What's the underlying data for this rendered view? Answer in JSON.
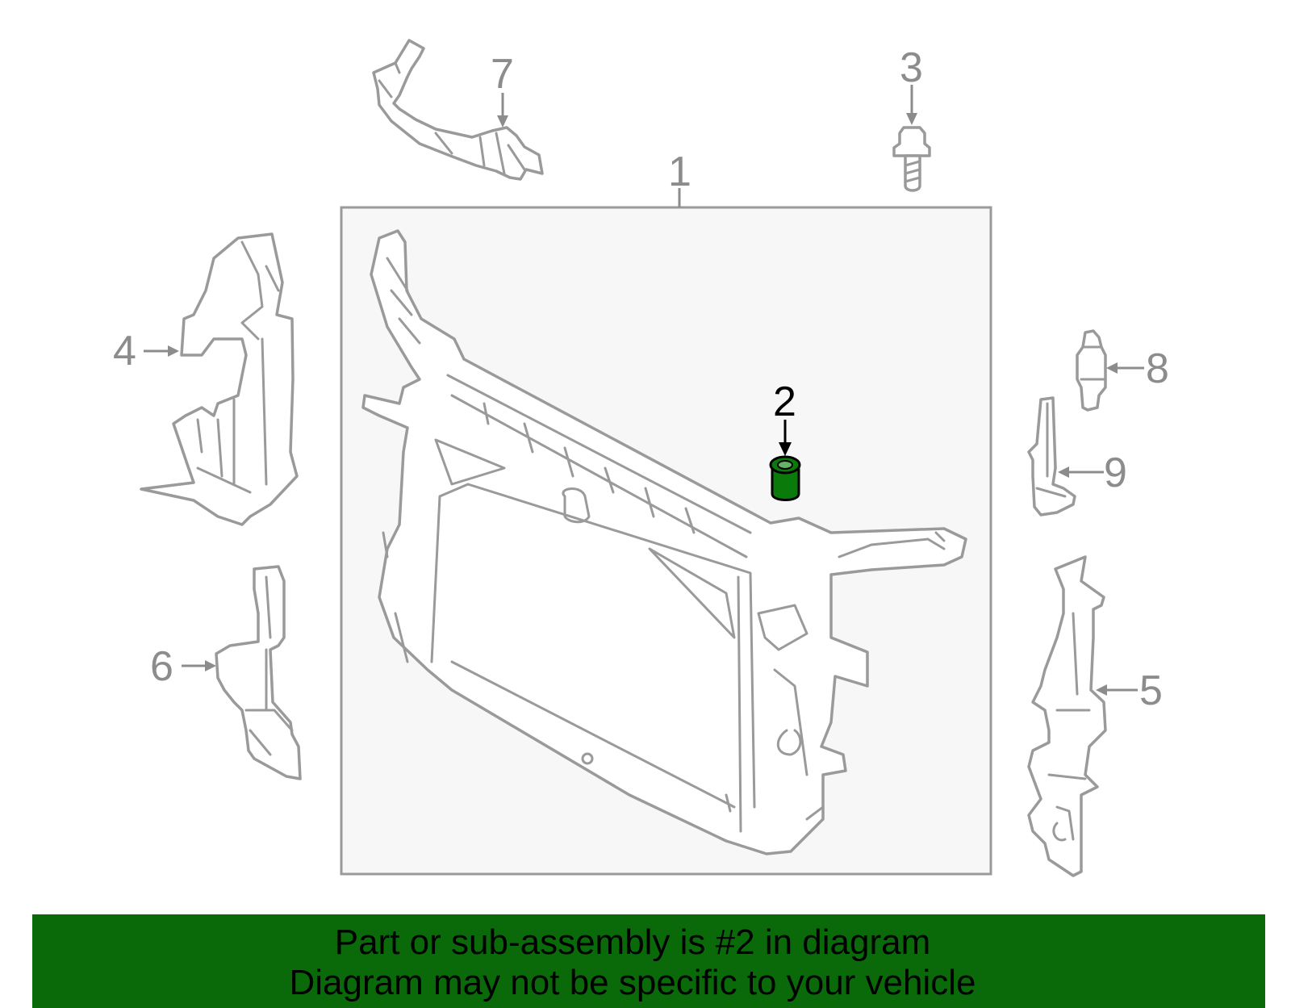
{
  "diagram": {
    "callouts": [
      {
        "id": "1",
        "label": "1"
      },
      {
        "id": "2",
        "label": "2",
        "highlighted": true
      },
      {
        "id": "3",
        "label": "3"
      },
      {
        "id": "4",
        "label": "4"
      },
      {
        "id": "5",
        "label": "5"
      },
      {
        "id": "6",
        "label": "6"
      },
      {
        "id": "7",
        "label": "7"
      },
      {
        "id": "8",
        "label": "8"
      },
      {
        "id": "9",
        "label": "9"
      }
    ],
    "colors": {
      "line": "#9a9a9a",
      "highlight_part": "#0a7a0a",
      "banner": "#0a6a0a",
      "box_fill": "#f7f7f7"
    }
  },
  "banner": {
    "line1": "Part or sub-assembly is #2 in diagram",
    "line2": "Diagram may not be specific to your vehicle"
  }
}
